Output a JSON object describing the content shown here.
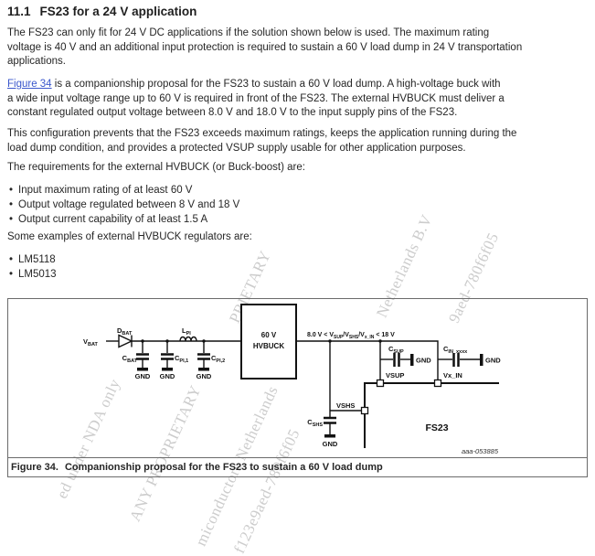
{
  "page": {
    "background": "#ffffff",
    "text_color": "#262626",
    "link_color": "#3a57cc",
    "figure_border_color": "#6b6b6b",
    "watermark_color": "#8c8c8c"
  },
  "heading": {
    "number": "11.1",
    "title": "FS23 for a 24 V application"
  },
  "paragraphs": {
    "p1": "The FS23 can only fit for 24 V DC applications if the solution shown below is used. The maximum rating\nvoltage is 40 V and an additional input protection is required to sustain a 60 V load dump in 24 V transportation\napplications.",
    "p2_link": "Figure 34",
    "p2_rest": " is a companionship proposal for the FS23 to sustain a 60 V load dump. A high-voltage buck with\na wide input voltage range up to 60 V is required in front of the FS23. The external HVBUCK must deliver a\nconstant regulated output voltage between 8.0 V and 18.0 V to the input supply pins of the FS23.",
    "p3": "This configuration prevents that the FS23 exceeds maximum ratings, keeps the application running during the\nload dump condition, and provides a protected VSUP supply usable for other application purposes.",
    "p4": "The requirements for the external HVBUCK (or Buck-boost) are:",
    "p5": "Some examples of external HVBUCK regulators are:"
  },
  "bullets_requirements": [
    "Input maximum rating of at least 60 V",
    "Output voltage regulated between 8 V and 18 V",
    "Output current capability of at least 1.5 A"
  ],
  "bullets_regulators": [
    "LM5118",
    "LM5013"
  ],
  "figure": {
    "caption_label": "Figure 34.",
    "caption_text": "Companionship proposal for the FS23 to sustain a 60 V load dump",
    "drawing_id": "aaa-053885",
    "labels": {
      "vbat": {
        "main": "V",
        "sub": "BAT"
      },
      "dbat": {
        "main": "D",
        "sub": "BAT"
      },
      "cbat": {
        "main": "C",
        "sub": "BAT"
      },
      "lpi": {
        "main": "L",
        "sub": "PI"
      },
      "cpi1": {
        "main": "C",
        "sub": "PI,1"
      },
      "cpi2": {
        "main": "C",
        "sub": "PI,2"
      },
      "csup": {
        "main": "C",
        "sub": "SUP"
      },
      "cin": {
        "main": "C",
        "sub": "IN_xxxx"
      },
      "cshs": {
        "main": "C",
        "sub": "SHS"
      },
      "gnd": "GND",
      "hvbuck_line1": "60 V",
      "hvbuck_line2": "HVBUCK",
      "fs23": "FS23",
      "pin_vsup": "VSUP",
      "pin_vshs": "VSHS",
      "pin_vxin": "Vx_IN",
      "range": {
        "p1": "8.0 V < V",
        "s1": "SUP",
        "p2": "/V",
        "s2": "SHS",
        "p3": "/V",
        "s3": "x_IN",
        "p4": " < 18 V"
      }
    }
  },
  "watermark": {
    "lines": [
      "ed under NDA only",
      "ANY PROPRIETARY",
      "miconductors Netherlands",
      "f123e9aed-780f6f05",
      "PRIETARY",
      "Netherlands B.V",
      "9aed-780f6f05"
    ]
  }
}
